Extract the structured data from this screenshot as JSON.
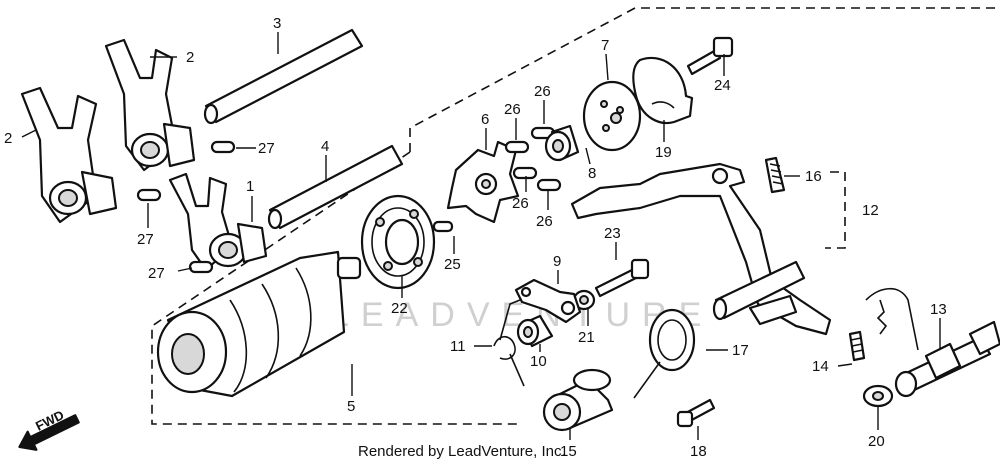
{
  "callouts": [
    "1",
    "2",
    "2",
    "2",
    "3",
    "4",
    "5",
    "6",
    "7",
    "8",
    "9",
    "10",
    "11",
    "12",
    "13",
    "14",
    "15",
    "16",
    "17",
    "18",
    "19",
    "20",
    "21",
    "22",
    "23",
    "24",
    "25",
    "26",
    "26",
    "26",
    "26",
    "27",
    "27",
    "27"
  ],
  "watermark": "LEADVENTURE",
  "credit": "Rendered by LeadVenture, Inc.",
  "direction_label": "FWD"
}
